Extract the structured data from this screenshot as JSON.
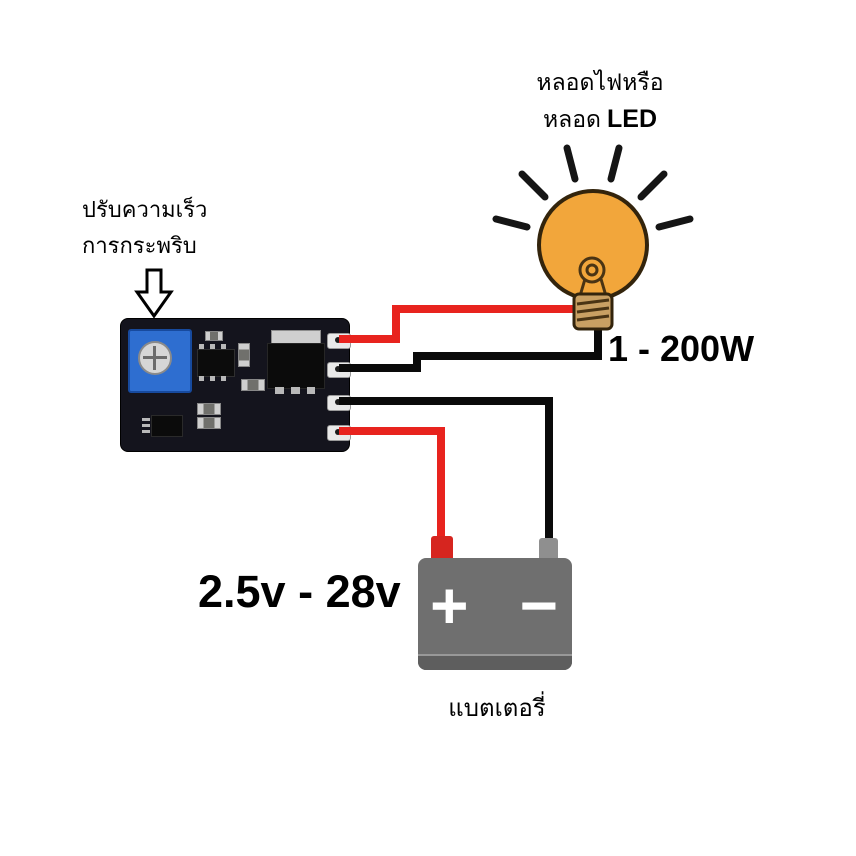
{
  "labels": {
    "bulb_caption_line1": "หลอดไฟหรือ",
    "bulb_caption_line2_thai": "หลอด",
    "bulb_caption_line2_en": "LED",
    "power_rating": "1 - 200W",
    "adjust_caption_line1": "ปรับความเร็ว",
    "adjust_caption_line2": "การกระพริบ",
    "voltage_range": "2.5v - 28v",
    "battery_caption": "แบตเตอรี่",
    "battery_plus_symbol": "+",
    "battery_minus_symbol": "−"
  },
  "colors": {
    "wire_positive": "#e8231e",
    "wire_negative": "#0a0a0a",
    "bulb_fill": "#f2a63b",
    "bulb_base": "#c9a063",
    "pcb_board": "#14141d",
    "potentiometer_blue": "#2e6ed0",
    "battery_body": "#6f6f6f",
    "battery_positive_terminal": "#d6251f",
    "battery_negative_terminal": "#8f8f8f"
  }
}
